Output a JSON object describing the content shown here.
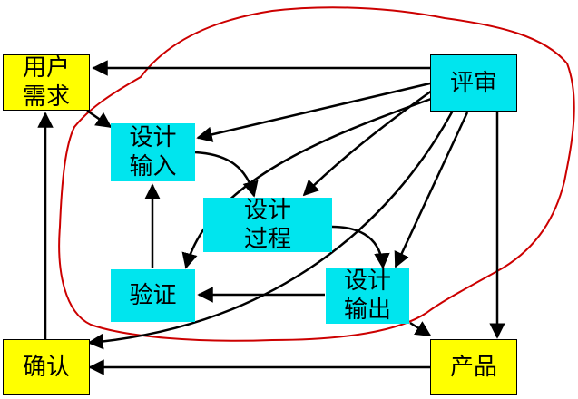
{
  "nodes": {
    "user_needs": {
      "line1": "用户",
      "line2": "需求"
    },
    "review": {
      "line1": "评审"
    },
    "design_input": {
      "line1": "设计",
      "line2": "输入"
    },
    "design_process": {
      "line1": "设计",
      "line2": "过程"
    },
    "verification": {
      "line1": "验证"
    },
    "design_output": {
      "line1": "设计",
      "line2": "输出"
    },
    "validation": {
      "line1": "确认"
    },
    "product": {
      "line1": "产品"
    }
  },
  "colors": {
    "user_box": "#ffff00",
    "design_box": "#00e5ee",
    "boundary": "#cc0000",
    "arrow": "#000000"
  }
}
